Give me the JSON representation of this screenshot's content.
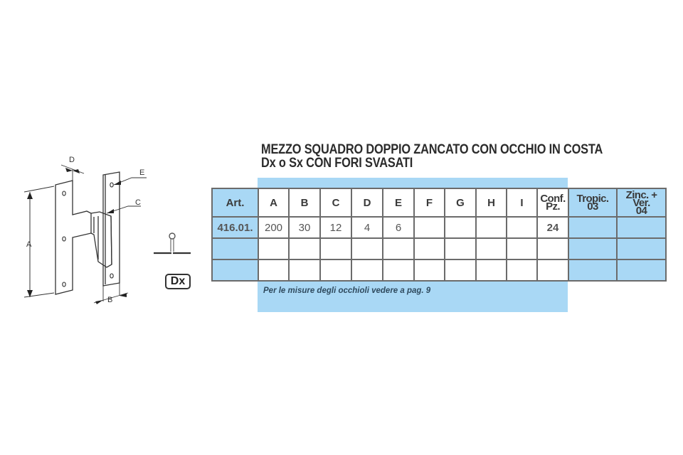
{
  "title": {
    "line1": "MEZZO SQUADRO DOPPIO ZANCATO CON OCCHIO IN COSTA",
    "line2": "Dx o Sx CON FORI SVASATI"
  },
  "drawing": {
    "labels": {
      "A": "A",
      "B": "B",
      "C": "C",
      "D": "D",
      "E": "E"
    },
    "badge": "Dx"
  },
  "table": {
    "headers": {
      "art": "Art.",
      "a": "A",
      "b": "B",
      "c": "C",
      "d": "D",
      "e": "E",
      "f": "F",
      "g": "G",
      "h": "H",
      "i": "I",
      "conf_line1": "Conf.",
      "conf_line2": "Pz.",
      "tropic_line1": "Tropic.",
      "tropic_line2": "03",
      "zinc_line1": "Zinc. + Ver.",
      "zinc_line2": "04"
    },
    "rows": [
      {
        "art": "416.01.",
        "a": "200",
        "b": "30",
        "c": "12",
        "d": "4",
        "e": "6",
        "f": "",
        "g": "",
        "h": "",
        "i": "",
        "conf": "24",
        "tropic": "",
        "zinc": ""
      },
      {
        "art": "",
        "a": "",
        "b": "",
        "c": "",
        "d": "",
        "e": "",
        "f": "",
        "g": "",
        "h": "",
        "i": "",
        "conf": "",
        "tropic": "",
        "zinc": ""
      },
      {
        "art": "",
        "a": "",
        "b": "",
        "c": "",
        "d": "",
        "e": "",
        "f": "",
        "g": "",
        "h": "",
        "i": "",
        "conf": "",
        "tropic": "",
        "zinc": ""
      }
    ],
    "note": "Per le misure degli occhioli vedere a pag. 9"
  },
  "colors": {
    "panel_blue": "#a9d8f5",
    "grid_line": "#6b6b6b",
    "text_dark": "#2b2b2b"
  }
}
